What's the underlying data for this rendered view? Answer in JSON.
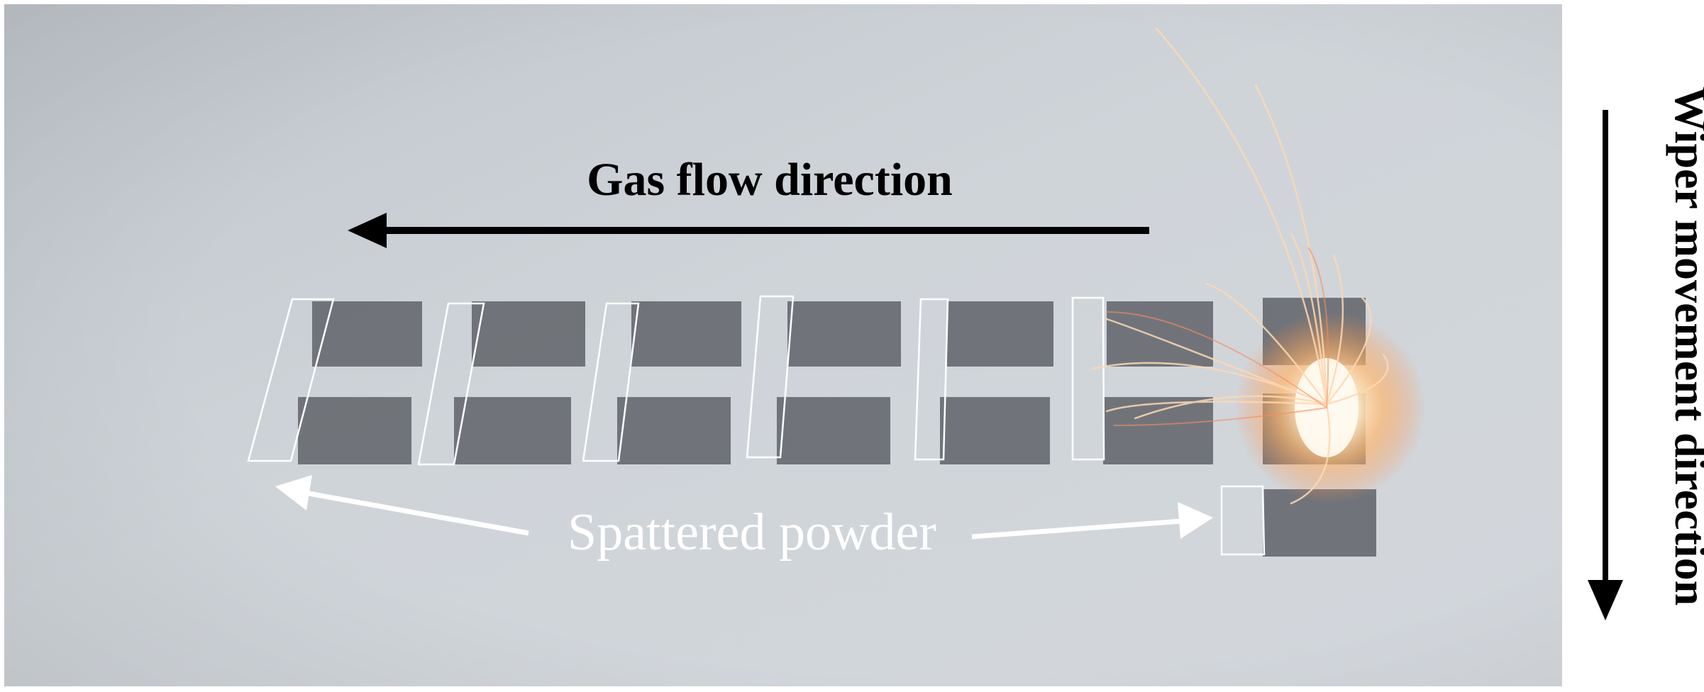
{
  "labels": {
    "gas_flow": "Gas flow direction",
    "spattered": "Spattered powder",
    "wiper": "Wiper movement direction"
  },
  "colors": {
    "powder_bed": "#c7ccd1",
    "scan_track": "#5c6066",
    "arrow_dark": "#000000",
    "annotation": "#ffffff",
    "spark_core": "#fff6e0",
    "spark_glow": "#ff9a4a"
  }
}
